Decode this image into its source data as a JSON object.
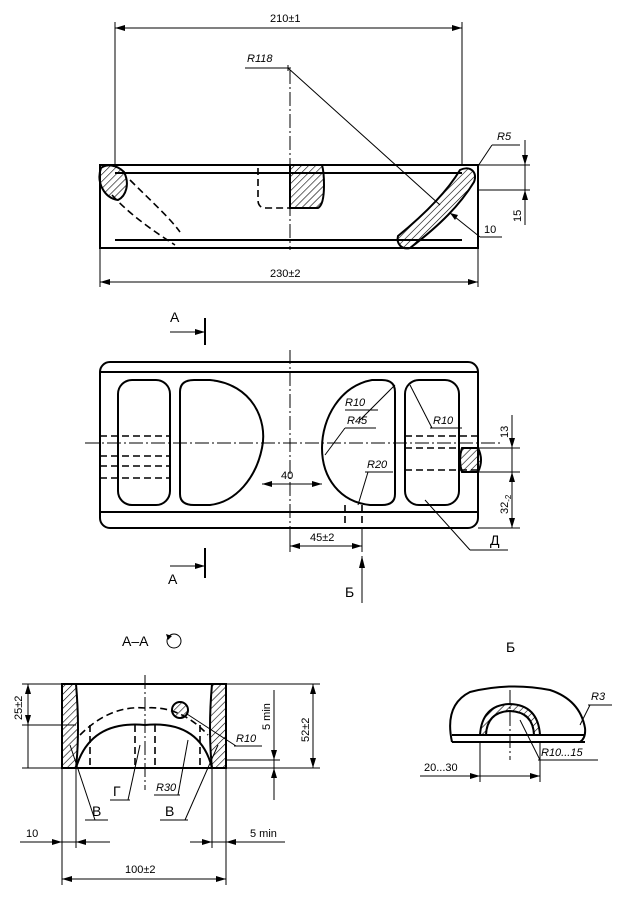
{
  "top_view": {
    "dim_width_top": "210±1",
    "radius_main": "R118",
    "radius_corner": "R5",
    "dim_height": "15",
    "dim_thickness": "10",
    "dim_width_bottom": "230±2"
  },
  "plan_view": {
    "section_mark": "А",
    "radius_a": "R10",
    "radius_b": "R45",
    "radius_c": "R10",
    "radius_d": "R20",
    "dim_inner": "40",
    "dim_offset": "45±2",
    "dim_13": "13",
    "dim_32": "32",
    "dim_32_sub": "-2",
    "view_mark": "Б",
    "callout_d": "Д"
  },
  "section_view": {
    "title": "А–А",
    "dim_25": "25±2",
    "dim_5min_v": "5 min",
    "dim_52": "52±2",
    "radius_10": "R10",
    "radius_30": "R30",
    "callout_v1": "В",
    "callout_g": "Г",
    "callout_v2": "В",
    "dim_10": "10",
    "dim_5min_h": "5 min",
    "dim_100": "100±2"
  },
  "detail_view": {
    "title": "Б",
    "radius_r3": "R3",
    "dim_r10_15": "R10...15",
    "dim_20_30": "20...30"
  }
}
